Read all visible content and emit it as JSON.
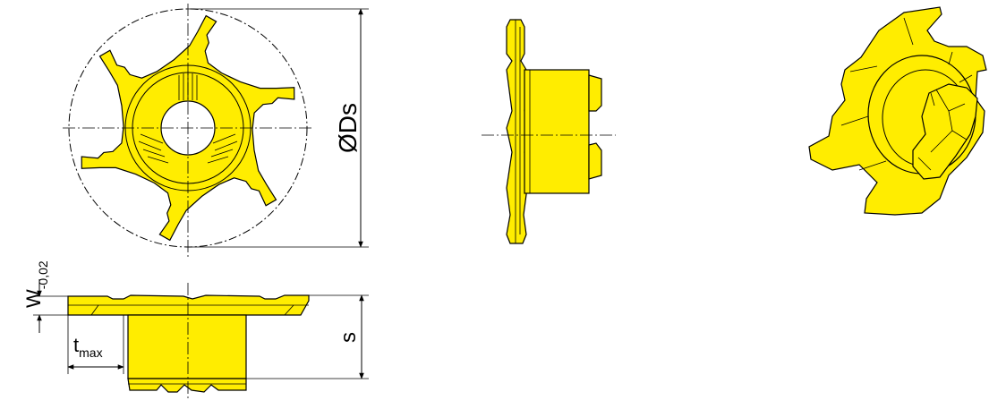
{
  "colors": {
    "part": "#ffed00",
    "outline": "#000000",
    "background": "#ffffff"
  },
  "dimensions": {
    "diameter": {
      "prefix": "Ø",
      "label": "Ds"
    },
    "width": {
      "label": "W",
      "tolerance": "-0,02"
    },
    "depth": {
      "label": "t",
      "subscript": "max"
    },
    "shank": {
      "label": "s"
    }
  },
  "views": [
    "front-view",
    "side-view",
    "isometric-view",
    "top-view"
  ]
}
